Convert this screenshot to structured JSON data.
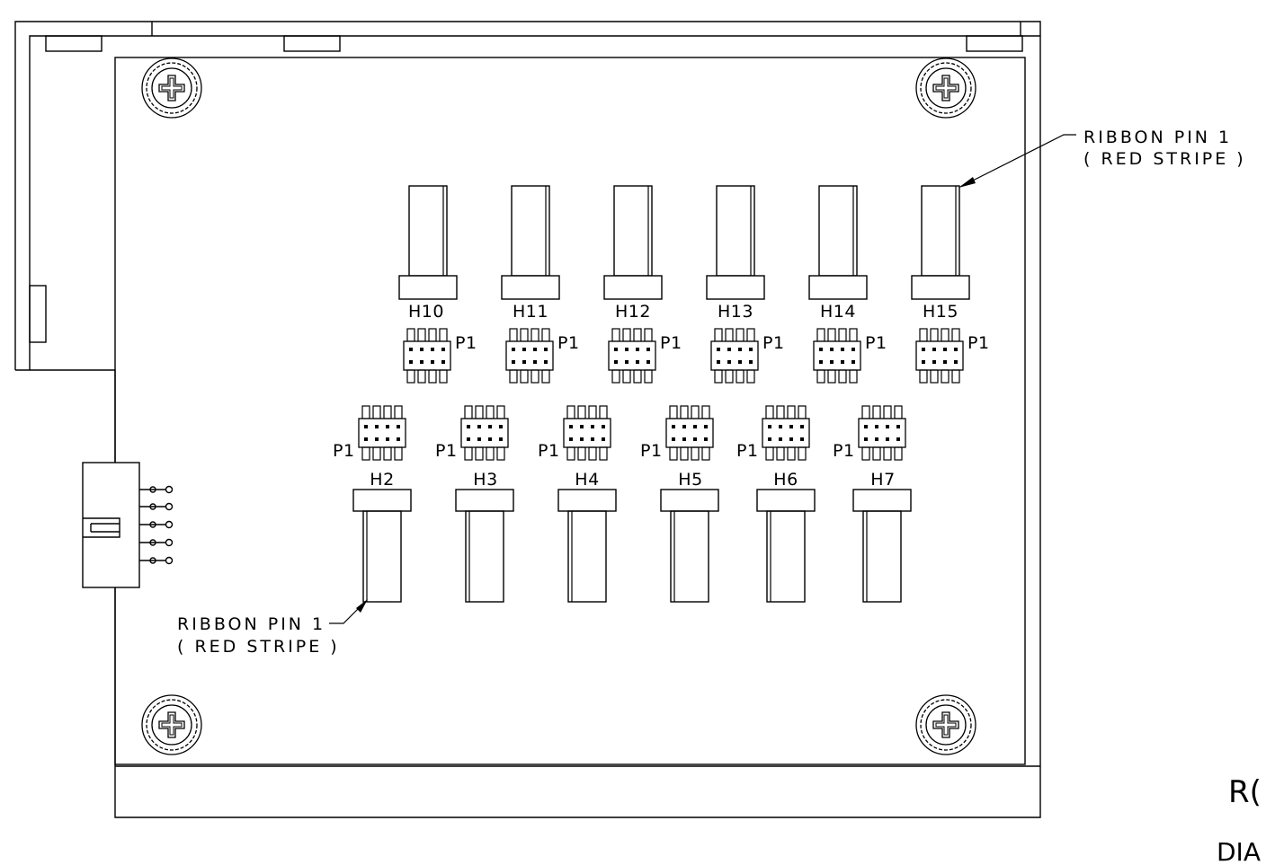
{
  "drawing": {
    "top_headers": [
      {
        "ref": "H10",
        "pin": "P1"
      },
      {
        "ref": "H11",
        "pin": "P1"
      },
      {
        "ref": "H12",
        "pin": "P1"
      },
      {
        "ref": "H13",
        "pin": "P1"
      },
      {
        "ref": "H14",
        "pin": "P1"
      },
      {
        "ref": "H15",
        "pin": "P1"
      }
    ],
    "bottom_headers": [
      {
        "ref": "H2",
        "pin": "P1"
      },
      {
        "ref": "H3",
        "pin": "P1"
      },
      {
        "ref": "H4",
        "pin": "P1"
      },
      {
        "ref": "H5",
        "pin": "P1"
      },
      {
        "ref": "H6",
        "pin": "P1"
      },
      {
        "ref": "H7",
        "pin": "P1"
      }
    ],
    "callout_top": {
      "line1": "RIBBON PIN 1",
      "line2": "( RED STRIPE )"
    },
    "callout_bottom": {
      "line1": "RIBBON PIN 1",
      "line2": "( RED STRIPE )"
    },
    "edge_text": {
      "line1": "R(",
      "line2": "DIA"
    }
  }
}
